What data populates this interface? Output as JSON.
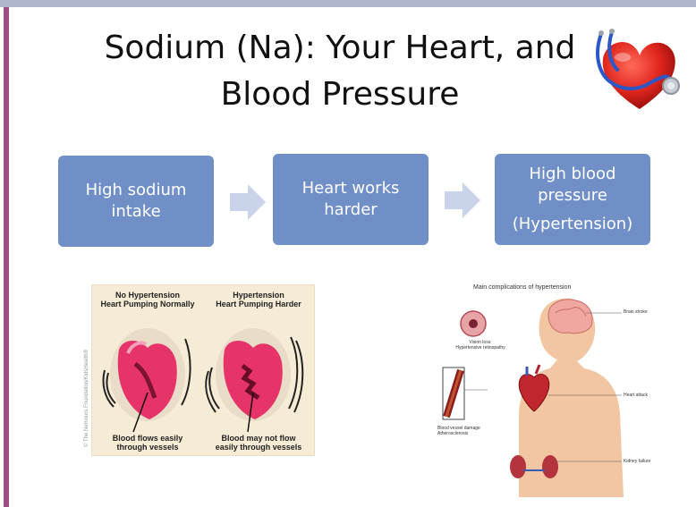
{
  "slide": {
    "title_line1": "Sodium (Na): Your Heart, and",
    "title_line2": "Blood Pressure"
  },
  "flow": {
    "box1_line1": "High sodium",
    "box1_line2": "intake",
    "box2_line1": "Heart works",
    "box2_line2": "harder",
    "box3_line1": "High blood",
    "box3_line2": "pressure",
    "box3_line3": "(Hypertension)"
  },
  "heart_figure": {
    "left_heading1": "No Hypertension",
    "left_heading2": "Heart Pumping Normally",
    "right_heading1": "Hypertension",
    "right_heading2": "Heart Pumping Harder",
    "left_caption1": "Blood flows easily",
    "left_caption2": "through vessels",
    "right_caption1": "Blood may not flow",
    "right_caption2": "easily through vessels",
    "copyright": "© The Nemours Foundation/KidsHealth®"
  },
  "complications_figure": {
    "title": "Main complications of hypertension",
    "label_brain": "Brain stroke",
    "label_vision1": "Vision loss:",
    "label_vision2": "Hypertensive retinopathy",
    "label_vessel1": "Blood vessel damage",
    "label_vessel2": "Atherosclerosis",
    "label_heart": "Heart attack",
    "label_kidney": "Kidney failure"
  },
  "colors": {
    "box_fill": "#6f8fc6",
    "arrow_fill": "#c9d3ea",
    "accent_border": "#a04f86"
  }
}
